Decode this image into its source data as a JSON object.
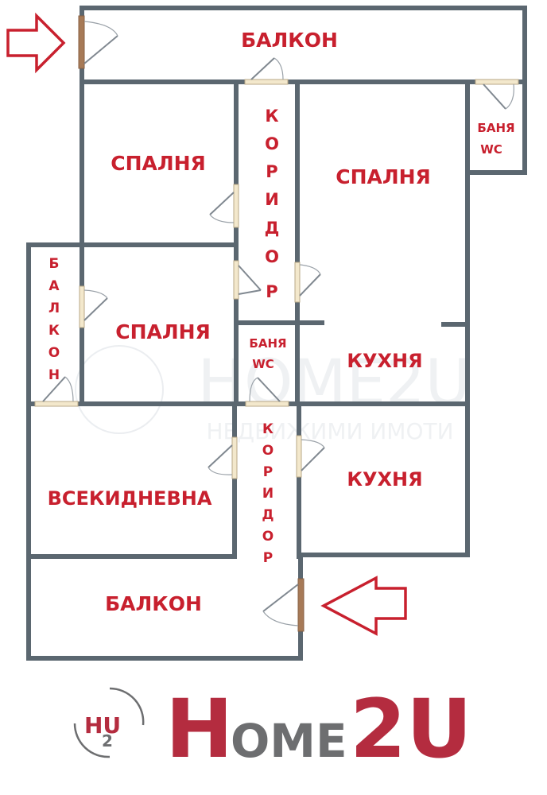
{
  "floor_plan": {
    "rooms": [
      {
        "id": "balcony-top",
        "label": "БАЛКОН"
      },
      {
        "id": "bedroom-1",
        "label": "СПАЛНЯ"
      },
      {
        "id": "corridor-top",
        "label": "КОРИДОР",
        "vertical": true
      },
      {
        "id": "bedroom-2",
        "label": "СПАЛНЯ"
      },
      {
        "id": "bath-top",
        "label_line1": "БАНЯ",
        "label_line2": "WC"
      },
      {
        "id": "balcony-left",
        "label": "БАЛКОН",
        "vertical": true
      },
      {
        "id": "bedroom-3",
        "label": "СПАЛНЯ"
      },
      {
        "id": "bath-middle",
        "label_line1": "БАНЯ",
        "label_line2": "WC"
      },
      {
        "id": "kitchen-1",
        "label": "КУХНЯ"
      },
      {
        "id": "living-room",
        "label": "ВСЕКИДНЕВНА"
      },
      {
        "id": "corridor-bottom",
        "label": "КОРИДОР",
        "vertical": true
      },
      {
        "id": "kitchen-2",
        "label": "КУХНЯ"
      },
      {
        "id": "balcony-bottom",
        "label": "БАЛКОН"
      }
    ],
    "entrances": [
      {
        "id": "entrance-top",
        "arrow_direction": "right"
      },
      {
        "id": "entrance-bottom",
        "arrow_direction": "left"
      }
    ],
    "colors": {
      "label": "#c8202e",
      "wall": "#5b6770",
      "door": "#f3e8cc",
      "entry_door": "#a77a57"
    }
  },
  "watermark": {
    "brand": "HOME2U",
    "tagline": "НЕДВИЖИМИ ИМОТИ"
  },
  "logo": {
    "emblem_top": "HU",
    "emblem_sub": "2",
    "brand_h": "H",
    "brand_ome": "OME",
    "brand_2u": "2U",
    "colors": {
      "primary": "#b42c3f",
      "secondary": "#6d6e70"
    }
  }
}
